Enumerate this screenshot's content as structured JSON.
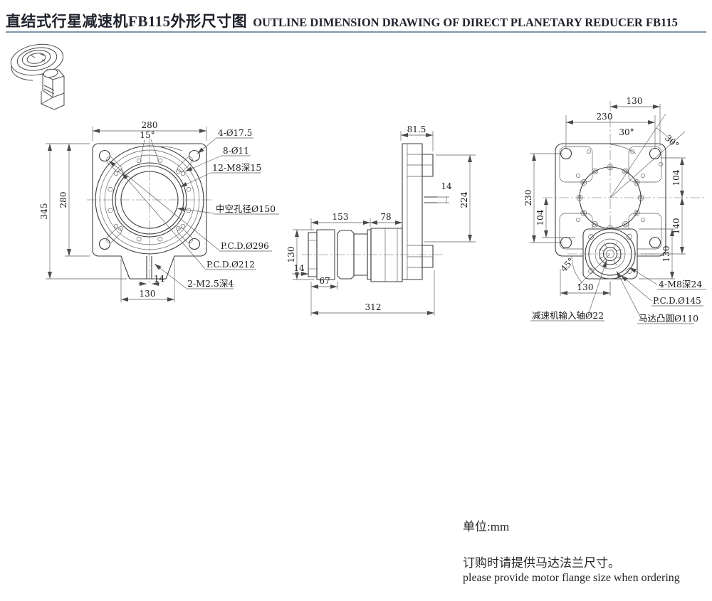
{
  "header": {
    "title_zh": "直结式行星减速机FB115外形尺寸图",
    "title_en": "OUTLINE DIMENSION DRAWING OF DIRECT PLANETARY REDUCER FB115"
  },
  "front_view": {
    "dim_width_top": "280",
    "dim_angle": "15°",
    "dim_height_overall": "345",
    "dim_height_flange": "280",
    "dim_slot_width": "14",
    "dim_tab_width": "130",
    "label_corner_holes": "4-Ø17.5",
    "label_through_holes": "8-Ø11",
    "label_tapped_holes": "12-M8深15",
    "label_hollow_bore": "中空孔径Ø150",
    "label_pcd_outer": "P.C.D.Ø296",
    "label_pcd_inner": "P.C.D.Ø212",
    "label_tapped_small": "2-M2.5深4"
  },
  "side_view": {
    "dim_flange_width": "81.5",
    "dim_boss_width": "14",
    "dim_flange_height": "224",
    "dim_motor_length": "153",
    "dim_gear_length": "78",
    "dim_body_diameter": "130",
    "dim_cap_step": "14",
    "dim_cap_length": "67",
    "dim_overall_length": "312"
  },
  "rear_view": {
    "dim_center_to_edge": "130",
    "dim_hole_span": "230",
    "dim_angle_a": "30°",
    "dim_angle_b": "30°",
    "dim_left_span": "230",
    "dim_left_half": "104",
    "dim_right_half": "104",
    "dim_right_mid": "140",
    "dim_mount_height": "130",
    "dim_angle_c": "45°",
    "dim_bottom_half": "130",
    "label_tapped_holes": "4-M8深24",
    "label_pcd": "P.C.D.Ø145",
    "label_motor_boss": "马达凸圆Ø110",
    "label_input_shaft": "减速机输入轴Ø22"
  },
  "notes": {
    "unit": "单位:mm",
    "order_zh": "订购时请提供马达法兰尺寸。",
    "order_en": "please provide motor flange size when ordering"
  }
}
